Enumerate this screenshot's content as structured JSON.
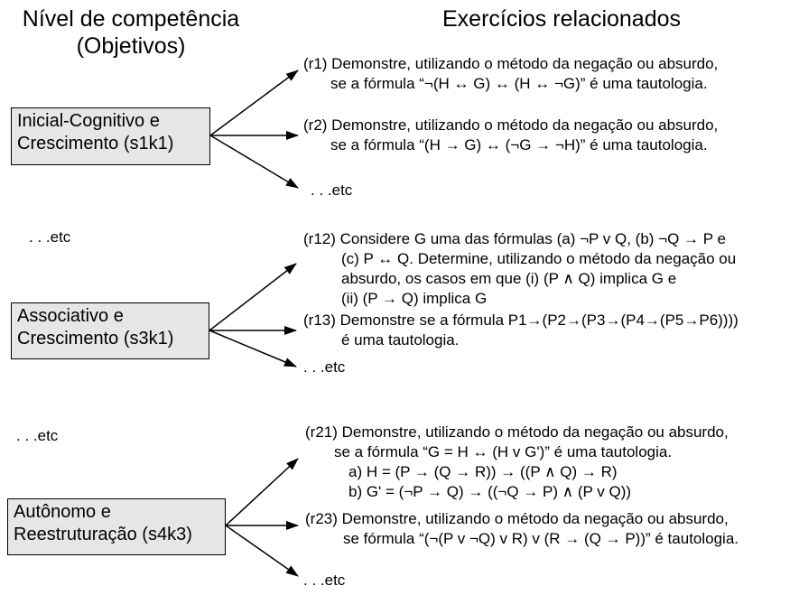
{
  "headers": {
    "left_line1": "Nível de competência",
    "left_line2": "(Objetivos)",
    "right": "Exercícios relacionados"
  },
  "levels": [
    {
      "line1": "Inicial-Cognitivo e",
      "line2": "Crescimento (s1k1)"
    },
    {
      "line1": "Associativo e",
      "line2": "Crescimento (s3k1)"
    },
    {
      "line1": "Autônomo e",
      "line2": "Reestruturação (s4k3)"
    }
  ],
  "between_etc": ". . .etc",
  "exercises": {
    "r1": [
      "(r1) Demonstre, utilizando o método da negação ou absurdo,",
      "se a fórmula “¬(H ↔ G) ↔ (H ↔ ¬G)” é uma tautologia."
    ],
    "r2": [
      "(r2) Demonstre, utilizando o método da negação ou absurdo,",
      "se a fórmula “(H → G) ↔ (¬G → ¬H)” é uma tautologia."
    ],
    "g1_etc": ". . .etc",
    "r12": [
      "(r12) Considere G uma das fórmulas (a) ¬P v Q, (b) ¬Q → P e",
      "(c) P ↔ Q. Determine, utilizando o método da negação ou",
      "absurdo, os casos em que (i) (P ∧ Q) implica G e",
      "(ii) (P → Q) implica G"
    ],
    "r13": [
      "(r13) Demonstre se a fórmula P1→(P2→(P3→(P4→(P5→P6))))",
      "é uma tautologia."
    ],
    "g2_etc": ". . .etc",
    "r21": [
      "(r21) Demonstre, utilizando o método da negação ou absurdo,",
      "se a fórmula “G = H ↔ (H v G')” é uma tautologia.",
      "a) H = (P → (Q → R)) → ((P ∧ Q) → R)",
      "b) G' = (¬P → Q) → ((¬Q → P) ∧ (P v Q))"
    ],
    "r23": [
      "(r23) Demonstre, utilizando o método da negação ou absurdo,",
      "se fórmula “(¬(P v ¬Q) v R) v (R → (Q → P))” é tautologia."
    ],
    "g3_etc": ". . .etc"
  }
}
